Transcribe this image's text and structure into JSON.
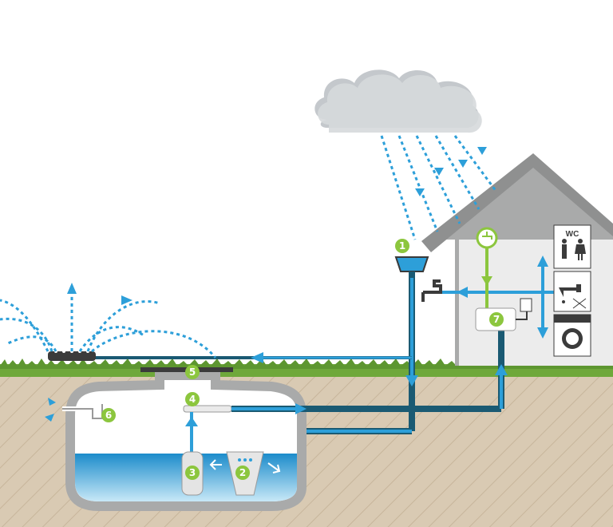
{
  "diagram": {
    "badges": [
      {
        "number": "1",
        "component": "rain-collector"
      },
      {
        "number": "2",
        "component": "inlet-filter"
      },
      {
        "number": "3",
        "component": "pump"
      },
      {
        "number": "4",
        "component": "pressure-line-connector"
      },
      {
        "number": "5",
        "component": "tank-cover"
      },
      {
        "number": "6",
        "component": "overflow"
      },
      {
        "number": "7",
        "component": "control-unit"
      }
    ],
    "wc_label": "WC",
    "colors": {
      "sky": "#ffffff",
      "ground": "#d8c9b1",
      "grass": "#6fa83b",
      "house": "#a9aaaa",
      "water_light": "#2d9fd9",
      "pipe_dark": "#1a5a73",
      "badge": "#8cc63e",
      "cloud": "#c8ccd0"
    },
    "icons": [
      "cloud-icon",
      "toilet-wc-icon",
      "faucet-icon",
      "washing-machine-icon",
      "drinking-water-tap-icon",
      "sprinkler-icon"
    ]
  }
}
